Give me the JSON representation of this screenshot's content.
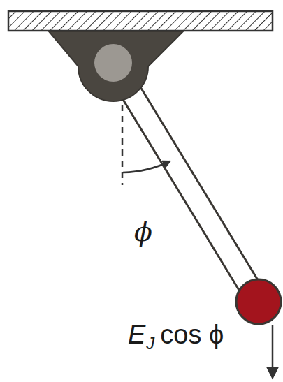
{
  "diagram": {
    "labels": [
      "ϕ",
      "E",
      "J",
      "cos ϕ"
    ]
  }
}
